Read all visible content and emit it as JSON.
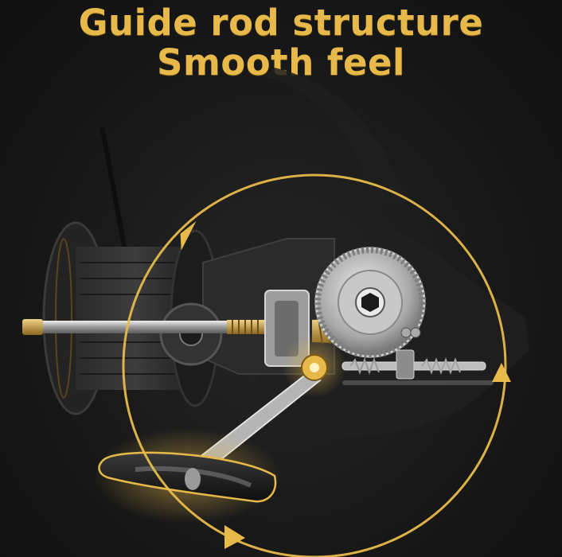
{
  "headline": {
    "line1": "Guide rod structure",
    "line2": "Smooth feel"
  },
  "palette": {
    "background": "#161616",
    "accent_gold": "#e7b94a",
    "metal_silver": "#c9c9c9",
    "brass": "#c9a04a"
  },
  "scene": {
    "subject": "spinning-fishing-reel-cutaway",
    "rotation_ring": "gold-circle-with-arrowheads"
  }
}
